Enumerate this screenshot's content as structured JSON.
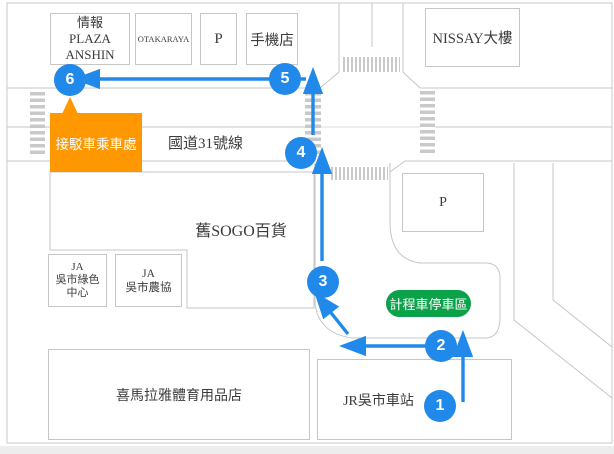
{
  "colors": {
    "route_blue": "#2189e9",
    "shuttle_orange": "#ff9800",
    "taxi_green": "#0ba24a",
    "line_gray": "#c6c6c6",
    "text_dark": "#3c3c3c"
  },
  "buildings": {
    "info_plaza": {
      "label": "情報\nPLAZA\nANSHIN"
    },
    "otakaraya": {
      "label": "OTAKARAYA"
    },
    "parking_north": {
      "label": "P"
    },
    "phone_shop": {
      "label": "手機店"
    },
    "nissay": {
      "label": "NISSAY大樓"
    },
    "sogo": {
      "label": "舊SOGO百貨"
    },
    "ja_green_center": {
      "label": "JA\n吳市綠色\n中心"
    },
    "ja_nokyo": {
      "label": "JA\n吳市農協"
    },
    "himalaya": {
      "label": "喜馬拉雅體育用品店"
    },
    "jr_station": {
      "label": "JR吳市車站"
    },
    "parking_east": {
      "label": "P"
    }
  },
  "roads": {
    "route31": {
      "label": "國道31號線"
    }
  },
  "callouts": {
    "shuttle_stop": {
      "label": "接駁車乘車處"
    },
    "taxi_area": {
      "label": "計程車停車區"
    }
  },
  "route": {
    "steps": [
      {
        "number": "1"
      },
      {
        "number": "2"
      },
      {
        "number": "3"
      },
      {
        "number": "4"
      },
      {
        "number": "5"
      },
      {
        "number": "6"
      }
    ]
  }
}
